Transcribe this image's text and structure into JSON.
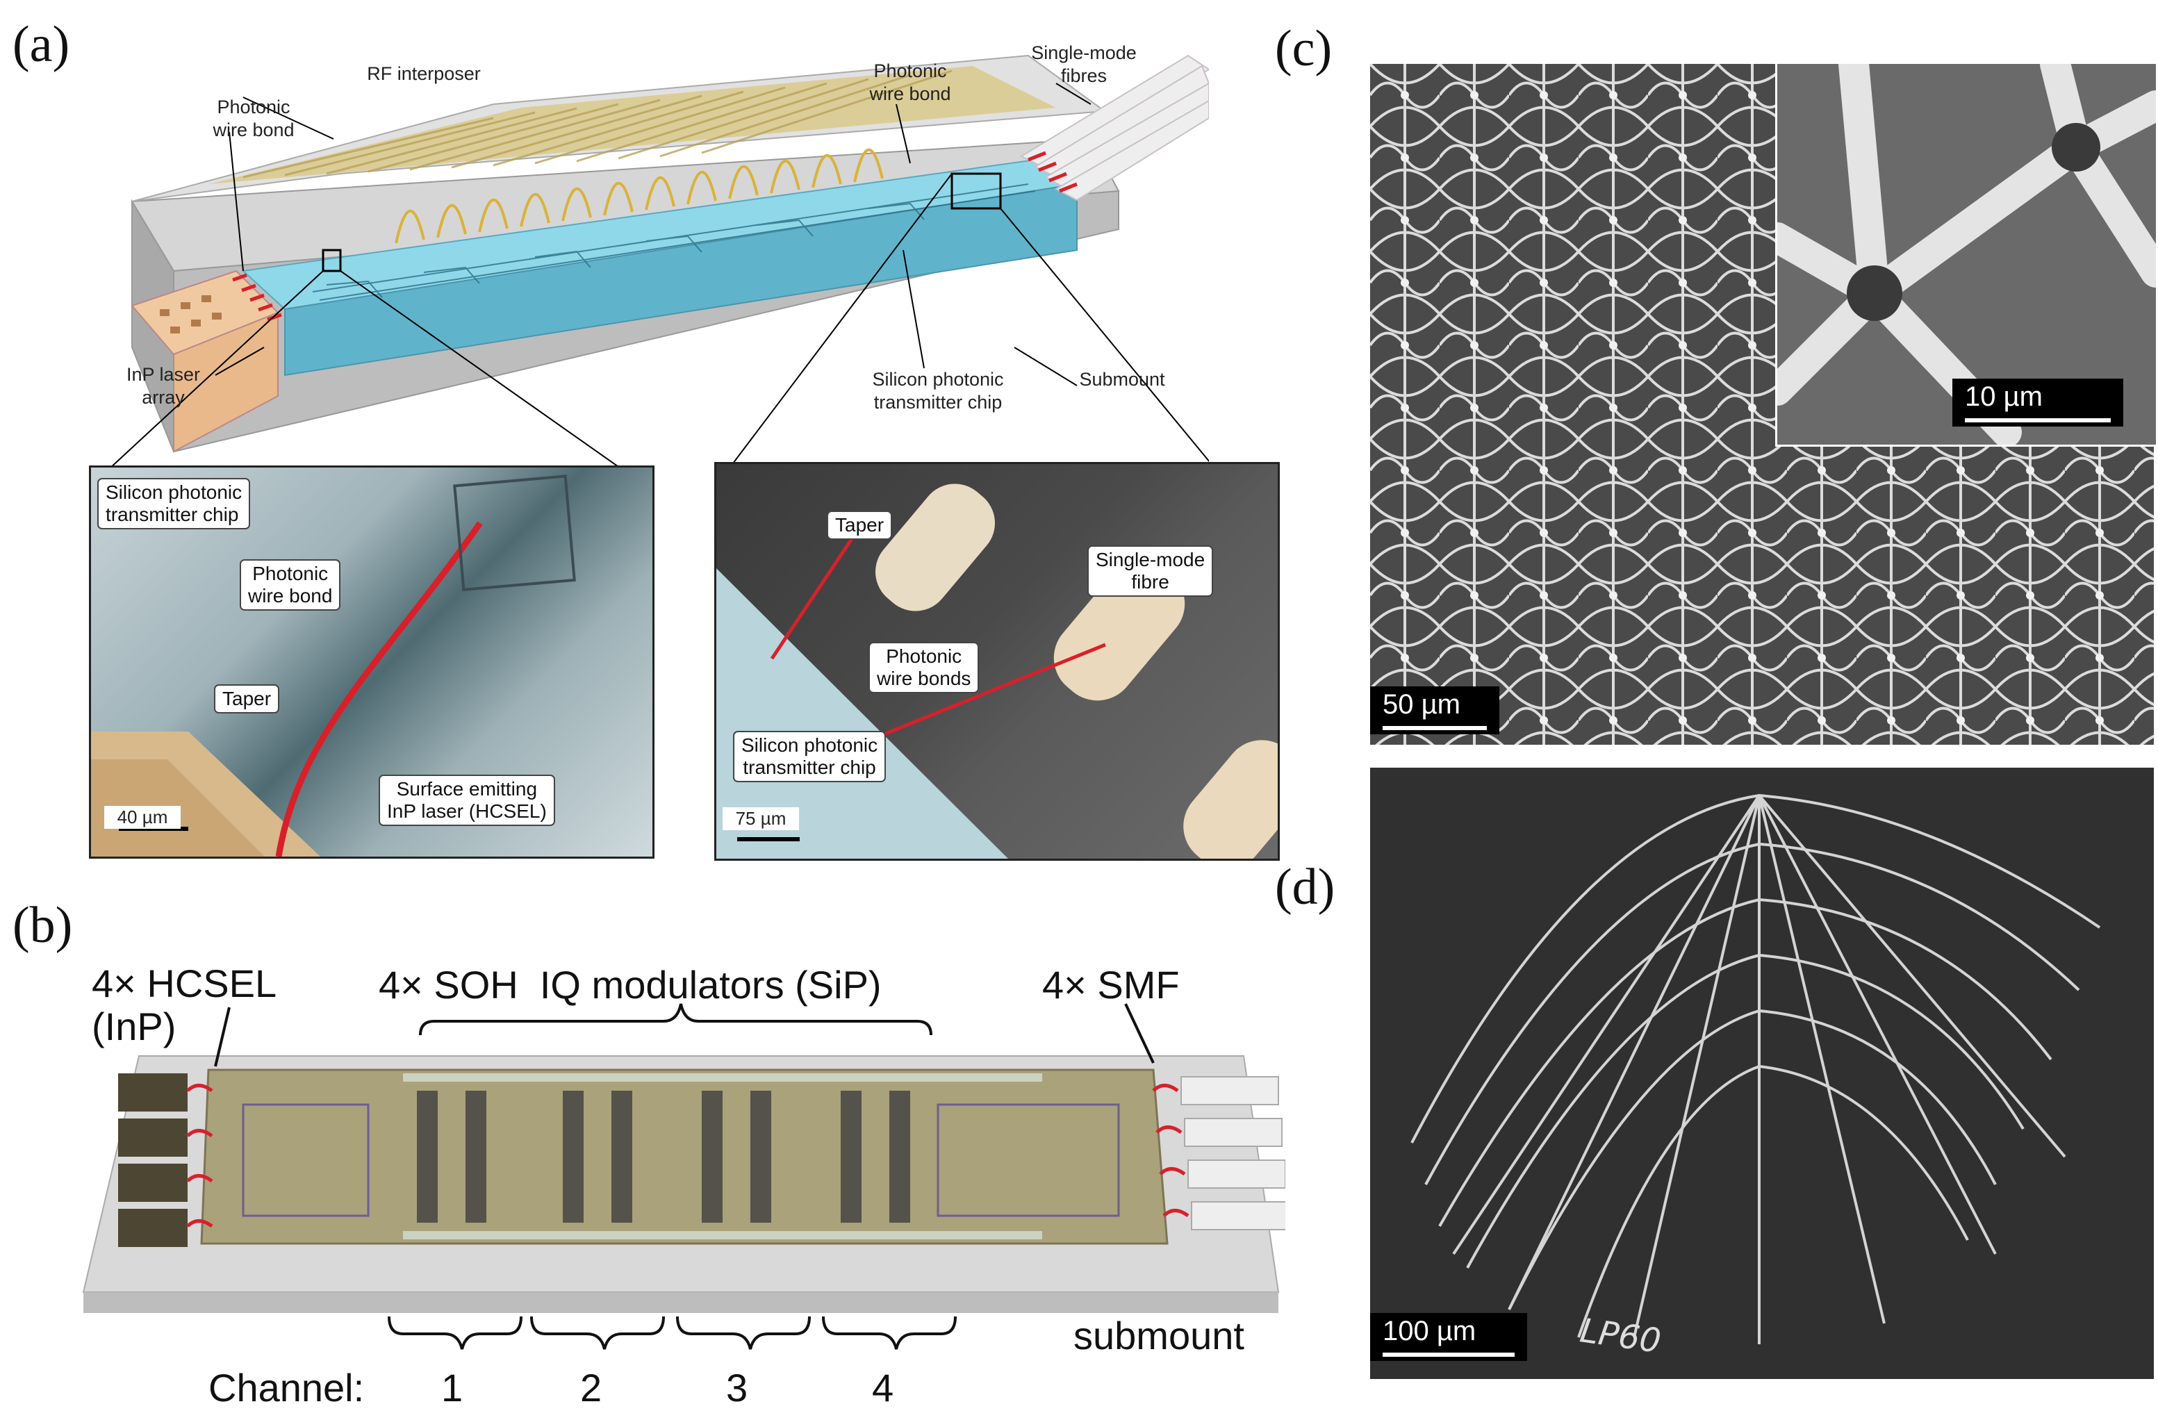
{
  "panels": {
    "a": {
      "letter": "(a)",
      "labels": {
        "rf_interposer": "RF interposer",
        "photonic_wire_bond_left": "Photonic\nwire bond",
        "photonic_wire_bond_right": "Photonic\nwire bond",
        "single_mode_fibres": "Single-mode\nfibres",
        "inp_laser_array": "InP laser\narray",
        "silicon_photonic_chip": "Silicon photonic\ntransmitter chip",
        "submount": "Submount"
      },
      "inset_left": {
        "chip": "Silicon photonic\ntransmitter chip",
        "wire_bond": "Photonic\nwire bond",
        "taper": "Taper",
        "laser": "Surface emitting\nInP laser (HCSEL)",
        "scale": "40 µm"
      },
      "inset_right": {
        "taper": "Taper",
        "fibre": "Single-mode\nfibre",
        "wire_bonds": "Photonic\nwire bonds",
        "chip": "Silicon photonic\ntransmitter chip",
        "scale": "75 µm"
      }
    },
    "b": {
      "letter": "(b)",
      "hcsel": "4× HCSEL\n(InP)",
      "soh": "4× SOH  IQ modulators (SiP)",
      "smf": "4× SMF",
      "submount": "submount",
      "channel_label": "Channel:",
      "channels": [
        "1",
        "2",
        "3",
        "4"
      ]
    },
    "c": {
      "letter": "(c)",
      "scale_main": "50 µm",
      "scale_inset": "10 µm"
    },
    "d": {
      "letter": "(d)",
      "scale": "100 µm",
      "engraving": "LP60"
    }
  },
  "colors": {
    "chip_blue": "#8fd8ea",
    "interposer_gold": "#d9c98a",
    "laser_peach": "#e9b98c",
    "wire_red": "#d8202a",
    "sem_dark": "#2a2a2a"
  }
}
